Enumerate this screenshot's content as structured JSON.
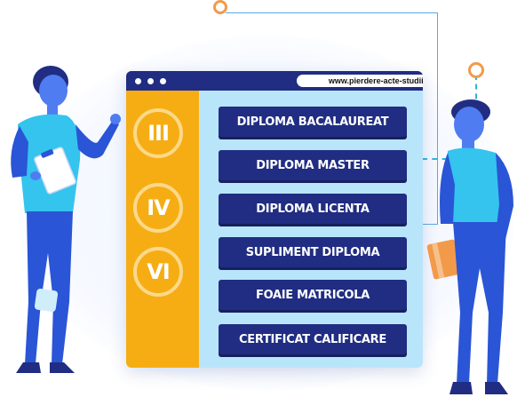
{
  "browser": {
    "url": "www.pierdere-acte-studii.ro"
  },
  "sidebar": {
    "numerals": [
      "III",
      "IV",
      "VI"
    ]
  },
  "documents": [
    "DIPLOMA BACALAUREAT",
    "DIPLOMA MASTER",
    "DIPLOMA LICENTA",
    "SUPLIMENT DIPLOMA",
    "FOAIE MATRICOLA",
    "CERTIFICAT CALIFICARE"
  ],
  "colors": {
    "navy": "#202d82",
    "orange": "#f6ad14",
    "light_blue": "#b9e5fb",
    "accent_orange": "#f29a4a",
    "shirt_cyan": "#34c4ee",
    "pants_blue": "#2a55d6"
  }
}
